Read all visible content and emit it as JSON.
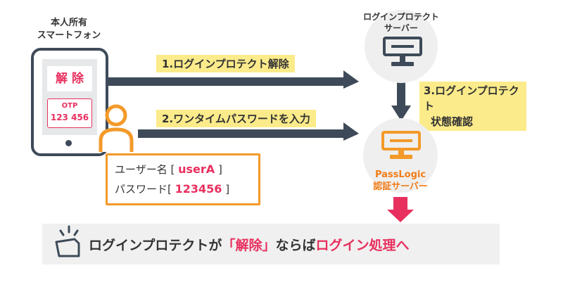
{
  "phone": {
    "label_line1": "本人所有",
    "label_line2": "スマートフォン",
    "unlock_text": "解 除",
    "otp_label": "OTP",
    "otp_value": "123 456"
  },
  "server_protect": {
    "label_line1": "ログインプロテクト",
    "label_line2": "サーバー"
  },
  "server_passlogic": {
    "label_line1": "PassLogic",
    "label_line2": "認証サーバー"
  },
  "steps": {
    "step1": "1.ログインプロテクト解除",
    "step2": "2.ワンタイムパスワードを入力",
    "step3_line1": "3.ログインプロテクト",
    "step3_line2": "状態確認"
  },
  "credentials": {
    "user_label": "ユーザー名 [",
    "user_value": "userA",
    "user_close": "]",
    "pass_label": "パスワード[",
    "pass_value": "123456",
    "pass_close": "]"
  },
  "result": {
    "part1": "ログインプロテクトが",
    "part2": "「解除」",
    "part3": "ならば",
    "part4": "ログイン処理へ"
  },
  "colors": {
    "dark": "#3e4a59",
    "orange": "#f39a2a",
    "pink": "#e8305f",
    "highlight": "#fbeb8a"
  }
}
